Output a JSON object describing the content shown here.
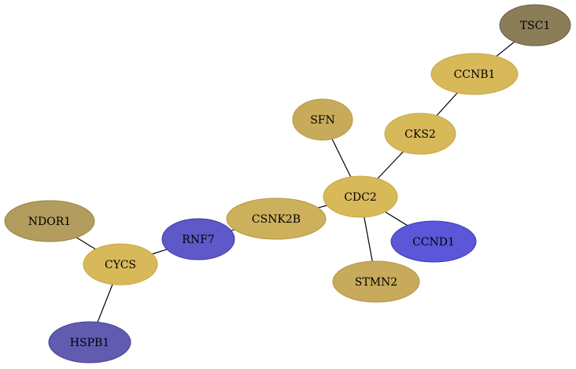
{
  "nodes": [
    {
      "id": "TSC1",
      "label": "TSC1",
      "fill": "#8a7d58",
      "stroke": "#6b5f3e"
    },
    {
      "id": "CCNB1",
      "label": "CCNB1",
      "fill": "#d8b95a",
      "stroke": "#c9a640"
    },
    {
      "id": "CKS2",
      "label": "CKS2",
      "fill": "#d8b95a",
      "stroke": "#c9a640"
    },
    {
      "id": "SFN",
      "label": "SFN",
      "fill": "#c8ab5a",
      "stroke": "#b8963e"
    },
    {
      "id": "CDC2",
      "label": "CDC2",
      "fill": "#d8b95a",
      "stroke": "#c9a640"
    },
    {
      "id": "CSNK2B",
      "label": "CSNK2B",
      "fill": "#ccb05c",
      "stroke": "#b8963e"
    },
    {
      "id": "CCND1",
      "label": "CCND1",
      "fill": "#5c57d8",
      "stroke": "#3e3ab8"
    },
    {
      "id": "STMN2",
      "label": "STMN2",
      "fill": "#c8aa5c",
      "stroke": "#b0923e"
    },
    {
      "id": "NDOR1",
      "label": "NDOR1",
      "fill": "#b29c5e",
      "stroke": "#9a8444"
    },
    {
      "id": "RNF7",
      "label": "RNF7",
      "fill": "#5f58c8",
      "stroke": "#3f38a8"
    },
    {
      "id": "CYCS",
      "label": "CYCS",
      "fill": "#d8b95a",
      "stroke": "#c9a640"
    },
    {
      "id": "HSPB1",
      "label": "HSPB1",
      "fill": "#625cb0",
      "stroke": "#443e96"
    }
  ],
  "edges": [
    [
      "TSC1",
      "CCNB1"
    ],
    [
      "CCNB1",
      "CKS2"
    ],
    [
      "CKS2",
      "CDC2"
    ],
    [
      "SFN",
      "CDC2"
    ],
    [
      "CDC2",
      "CSNK2B"
    ],
    [
      "CDC2",
      "CCND1"
    ],
    [
      "CDC2",
      "STMN2"
    ],
    [
      "CSNK2B",
      "RNF7"
    ],
    [
      "RNF7",
      "CYCS"
    ],
    [
      "NDOR1",
      "CYCS"
    ],
    [
      "CYCS",
      "HSPB1"
    ]
  ]
}
